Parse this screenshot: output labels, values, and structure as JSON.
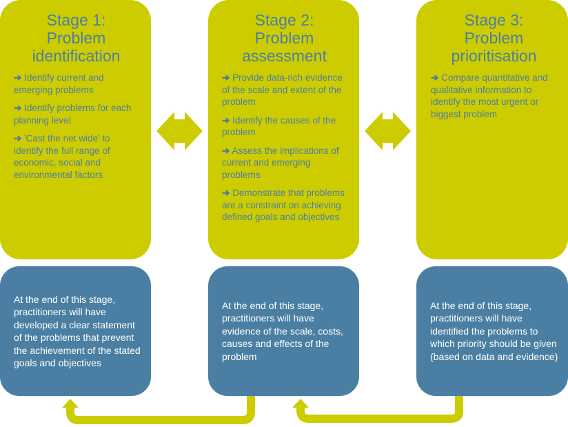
{
  "colors": {
    "stage_fill": "#cccc00",
    "outcome_fill": "#4a7fa3",
    "stage_text": "#4d7fa3",
    "outcome_text": "#ffffff",
    "connector": "#cccc00"
  },
  "bullet_glyph": "➔",
  "stages": [
    {
      "title_line1": "Stage 1:",
      "title_line2": "Problem",
      "title_line3": "identification",
      "bullets": [
        "Identify current and emerging problems",
        "Identify problems for each planning level",
        "'Cast the net wide' to identify the full range of economic, social and environmental factors"
      ],
      "outcome": "At the end of this stage, practitioners will have developed a clear statement of the problems that prevent the achievement of the stated goals and objectives"
    },
    {
      "title_line1": "Stage 2:",
      "title_line2": "Problem",
      "title_line3": "assessment",
      "bullets": [
        "Provide data-rich evidence of the scale and extent of the problem",
        "Identify the causes of the problem",
        "Assess the implications of current and emerging problems",
        "Demonstrate that problems are a constraint on achieving defined goals and objectives"
      ],
      "outcome": "At the end of this stage, practitioners will have evidence of the scale, costs, causes and effects of the problem"
    },
    {
      "title_line1": "Stage 3:",
      "title_line2": "Problem",
      "title_line3": "prioritisation",
      "bullets": [
        "Compare quantitative and qualitative information to identify the most urgent or biggest problem"
      ],
      "outcome": "At the end of this stage, practitioners will have identified the problems to which priority should be given (based on data and evidence)"
    }
  ],
  "connectors": [
    {
      "type": "double-arrow",
      "from": "Stage 1",
      "to": "Stage 2"
    },
    {
      "type": "double-arrow",
      "from": "Stage 2",
      "to": "Stage 3"
    },
    {
      "type": "feedback-arrow",
      "from": "Stage 2 outcome",
      "to": "Stage 1 outcome"
    },
    {
      "type": "feedback-arrow",
      "from": "Stage 3 outcome",
      "to": "Stage 2 outcome"
    }
  ]
}
